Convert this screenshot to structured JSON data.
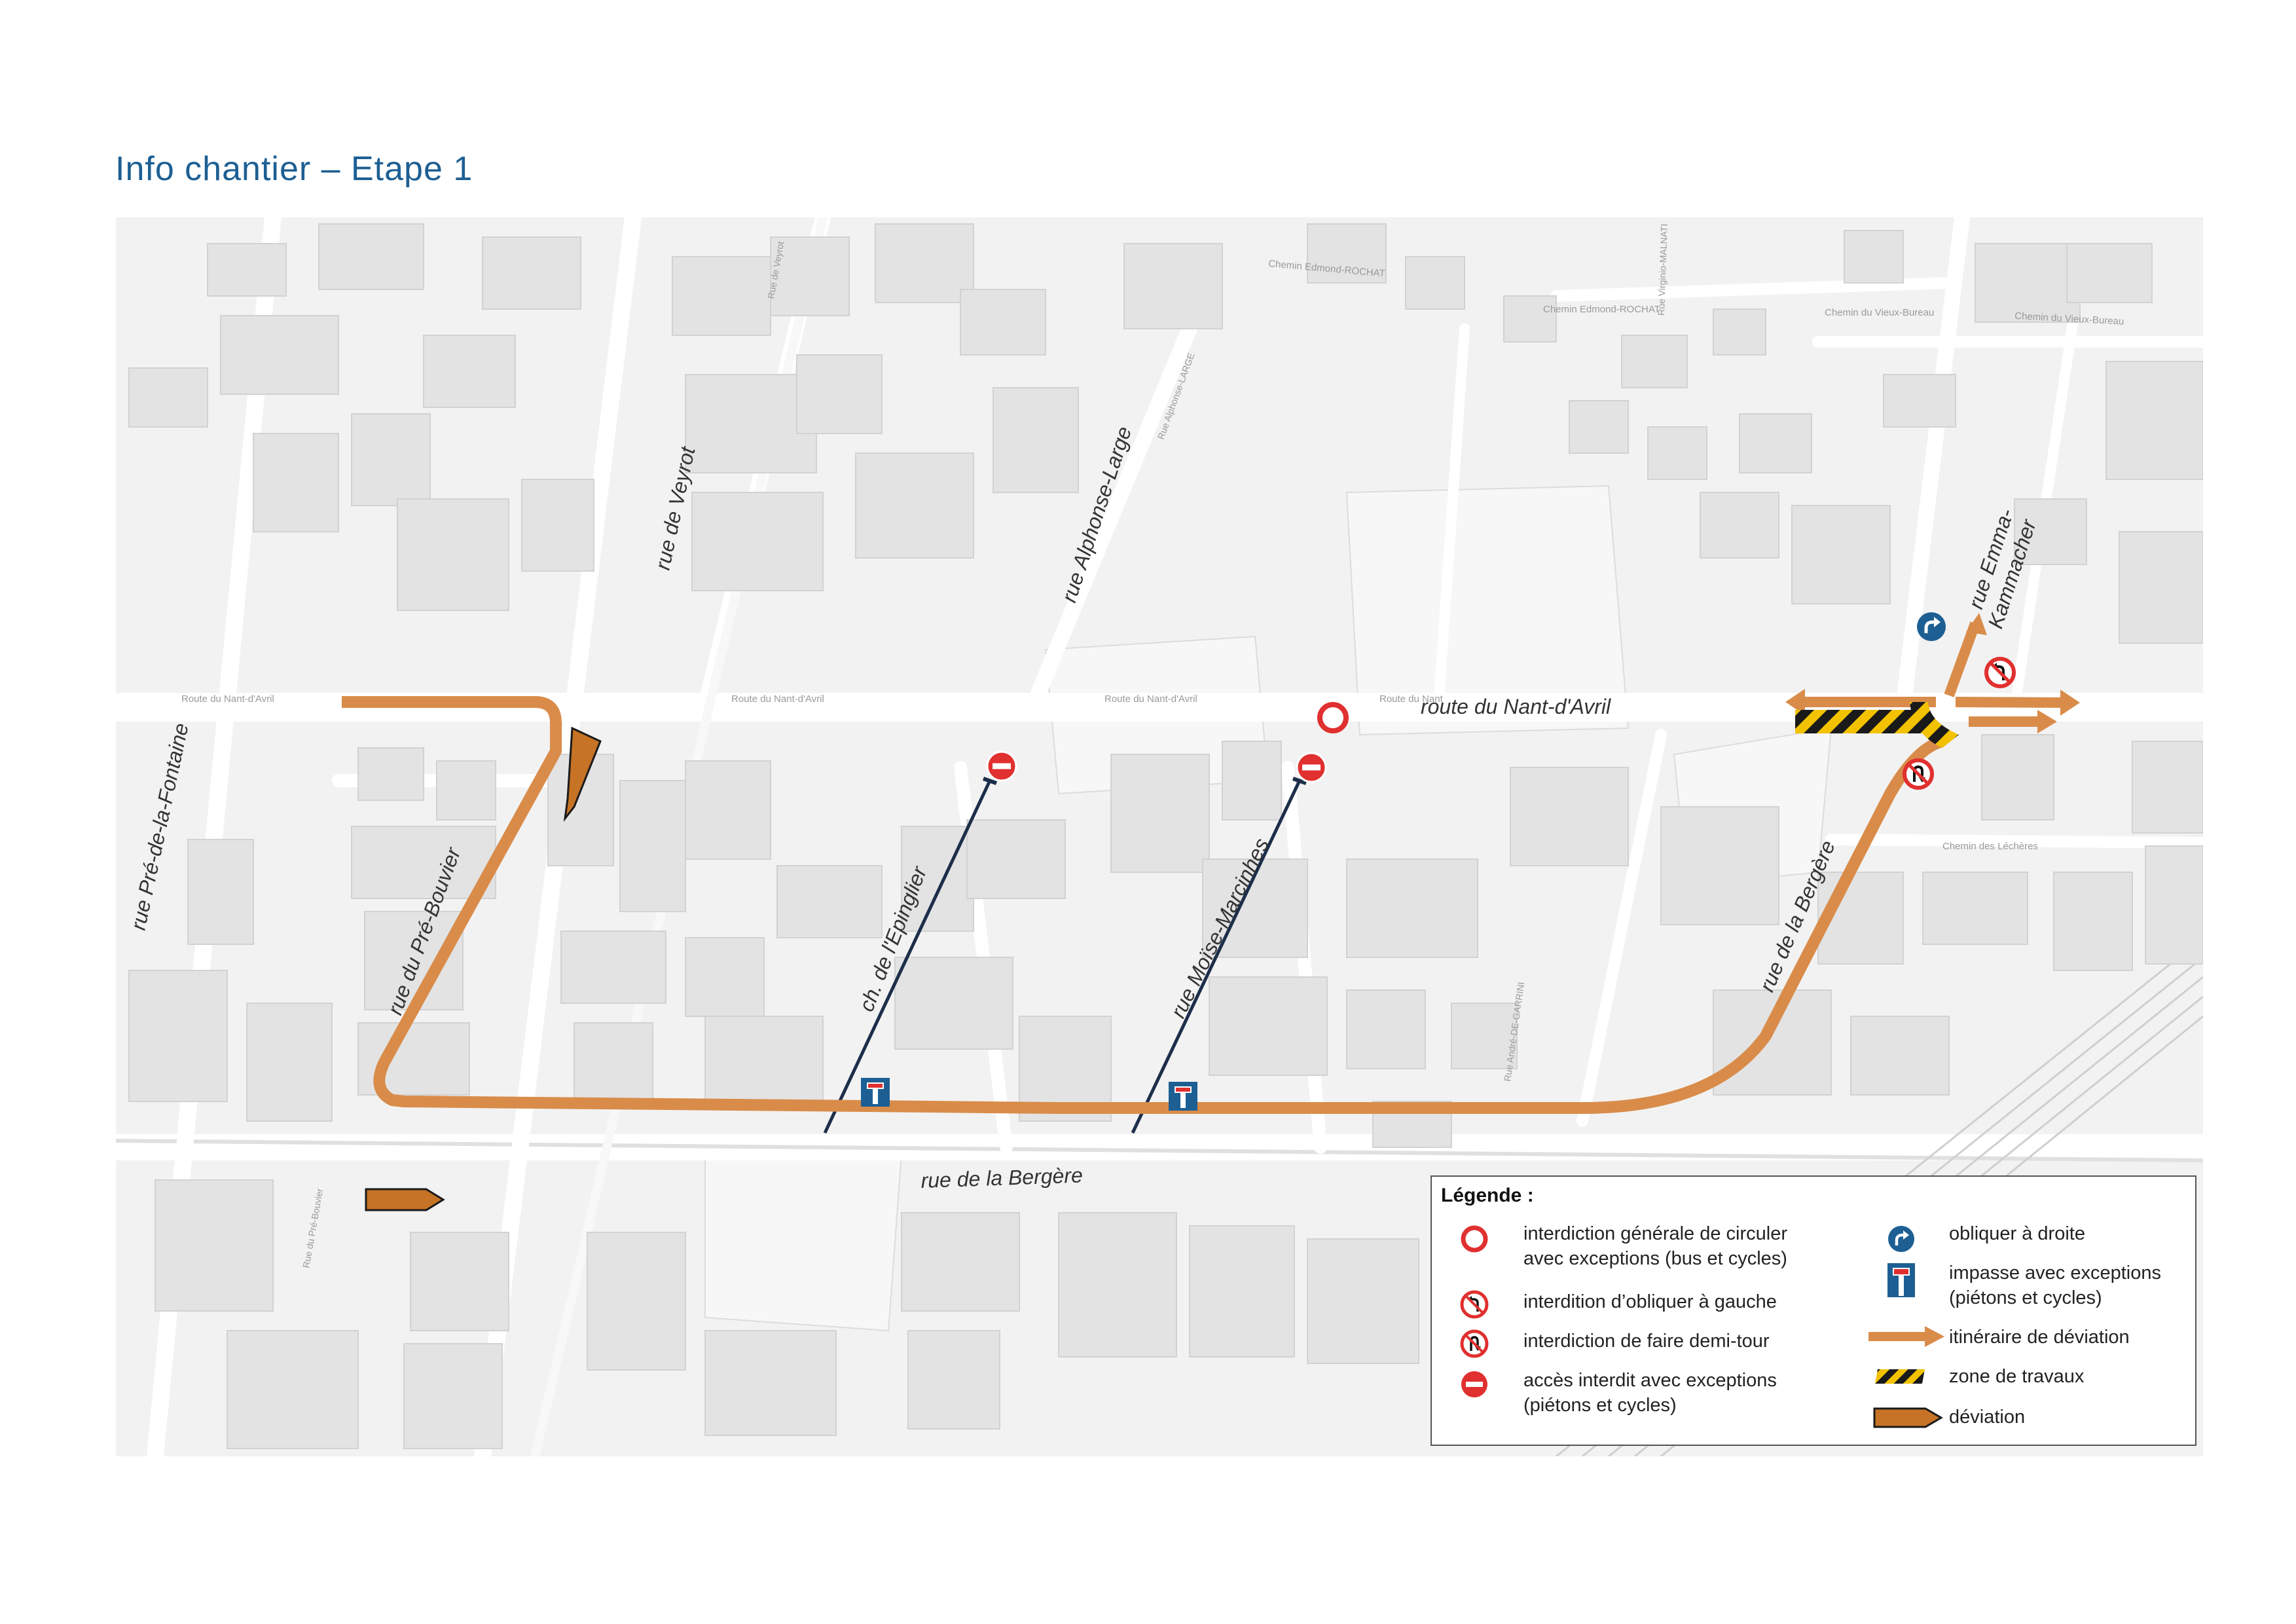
{
  "title": "Info chantier – Etape 1",
  "colors": {
    "detour": "#d98c4a",
    "sign_red": "#e0302f",
    "sign_blue": "#1d5f93",
    "closed_line": "#1c2e4a",
    "building": "#e3e3e3",
    "map_bg": "#f2f2f2"
  },
  "streets": {
    "pre_de_la_fontaine": "rue Pré-de-la-Fontaine",
    "pre_bouvier": "rue du Pré-Bouvier",
    "veyrot": "rue de Veyrot",
    "alphonse_large": "rue Alphonse-Large",
    "epinglier": "ch. de l'Epinglier",
    "moise_marcinhes": "rue Moïse-Marcinhes",
    "nant_davril": "route du Nant-d'Avril",
    "bergere_bottom": "rue de la Bergère",
    "bergere_right": "rue de la Bergère",
    "emma_kammacher": "rue Emma-\nKammacher"
  },
  "background_labels": {
    "nant_1": "Route du Nant-d'Avril",
    "nant_2": "Route du Nant-d'Avril",
    "nant_3": "Route du Nant-d'Avril",
    "nant_4": "Route du Nant",
    "rochat_1": "Chemin Edmond-ROCHAT",
    "rochat_2": "Chemin Edmond-ROCHAT",
    "vieux_bureau_1": "Chemin du Vieux-Bureau",
    "vieux_bureau_2": "Chemin du Vieux-Bureau",
    "lechere": "Chemin des Léchères",
    "veyrot_small": "Rue de Veyrot",
    "alphonse_small": "Rue Alphonse-LARGE",
    "pre_bouvier_small": "Rue du Pré-Bouvier",
    "virginio": "Rue Virginio-MALNATI",
    "andre": "Rue André-DE-GARRINI"
  },
  "legend": {
    "title": "Légende :",
    "items": {
      "no_traffic_1": "interdiction générale de circuler",
      "no_traffic_2": "avec exceptions (bus et cycles)",
      "no_left": "interdition d’obliquer à gauche",
      "no_uturn": "interdiction de faire demi-tour",
      "no_entry_1": "accès interdit avec exceptions",
      "no_entry_2": "(piétons et cycles)",
      "turn_right": "obliquer à droite",
      "dead_end_1": "impasse avec exceptions",
      "dead_end_2": "(piétons et cycles)",
      "detour_route": "itinéraire de déviation",
      "works_zone": "zone de travaux",
      "deviation": "déviation"
    }
  },
  "icons": [
    "no-traffic-sign-icon",
    "no-left-turn-sign-icon",
    "no-u-turn-sign-icon",
    "no-entry-sign-icon",
    "turn-right-sign-icon",
    "dead-end-sign-icon",
    "detour-arrow-icon",
    "works-zone-icon",
    "deviation-arrow-icon"
  ]
}
